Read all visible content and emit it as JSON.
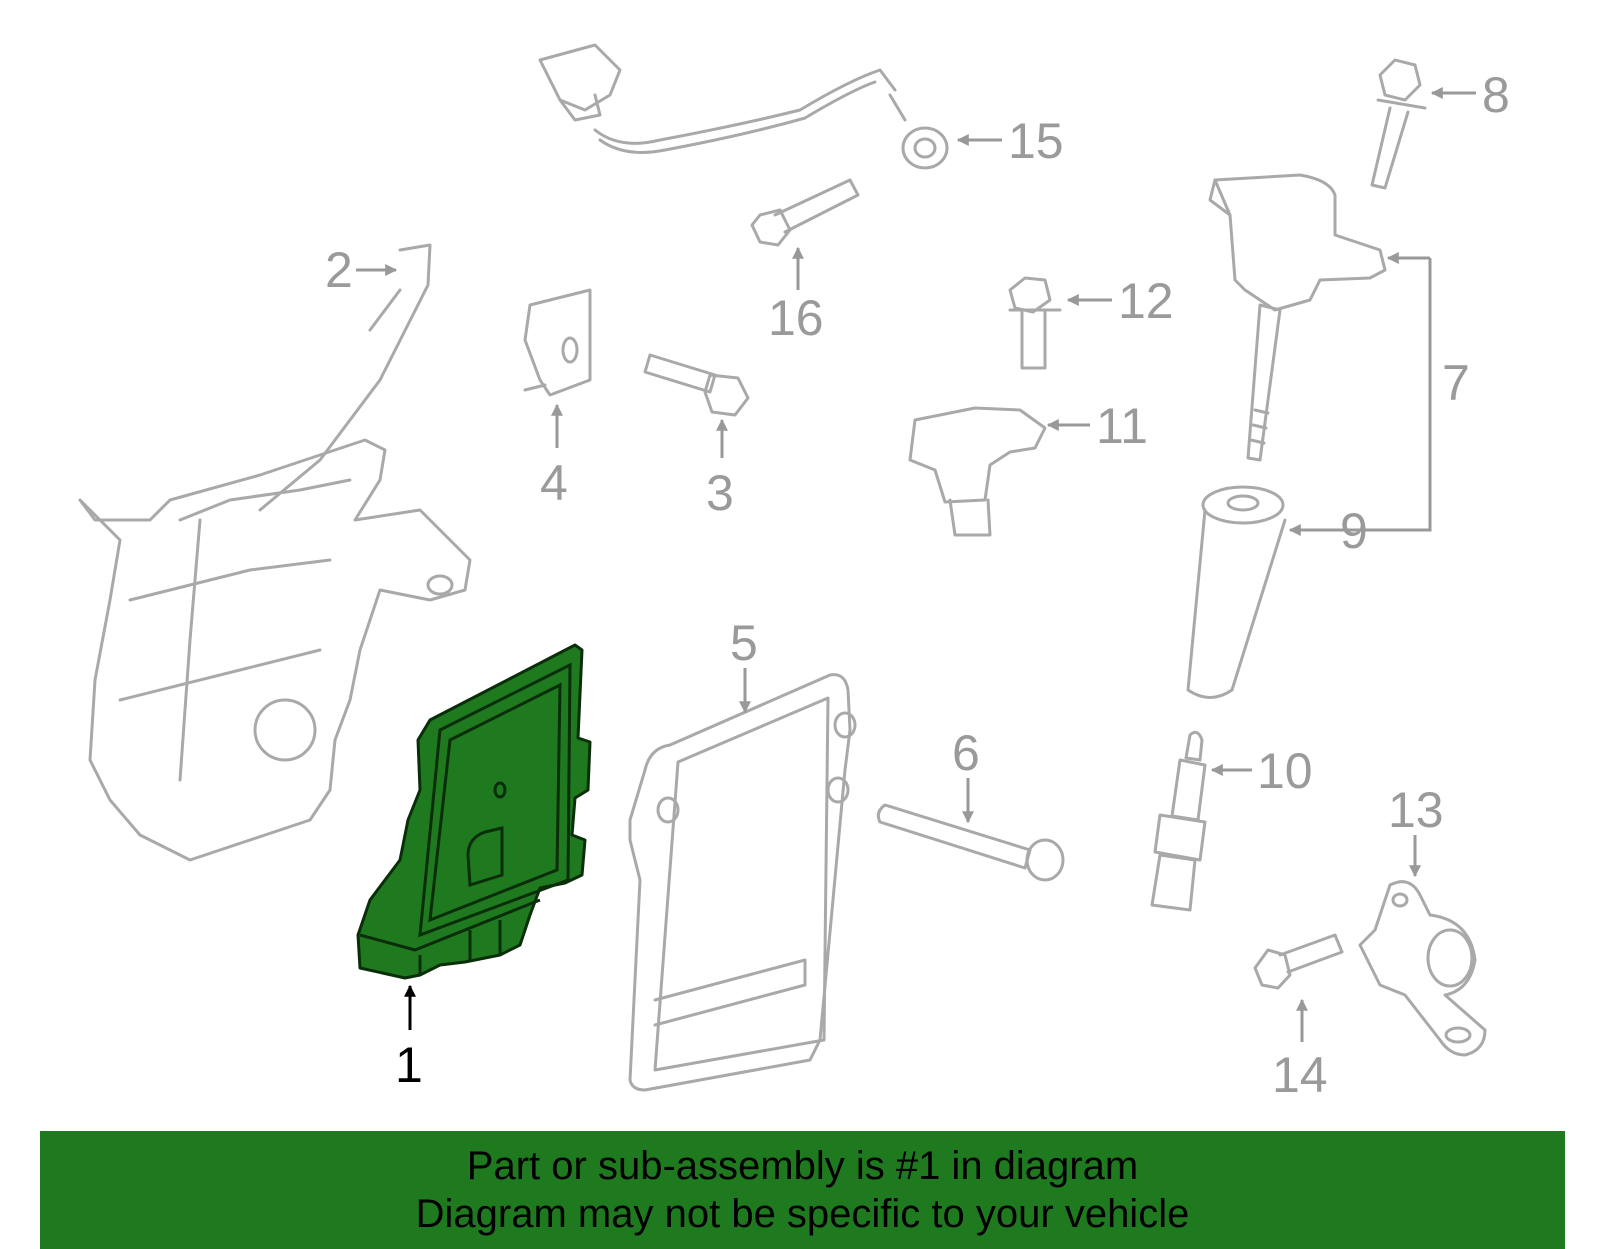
{
  "callouts": {
    "c1": "1",
    "c2": "2",
    "c3": "3",
    "c4": "4",
    "c5": "5",
    "c6": "6",
    "c7": "7",
    "c8": "8",
    "c9": "9",
    "c10": "10",
    "c11": "11",
    "c12": "12",
    "c13": "13",
    "c14": "14",
    "c15": "15",
    "c16": "16"
  },
  "banner": {
    "line1": "Part or sub-assembly is #1 in diagram",
    "line2": "Diagram may not be specific to your vehicle"
  },
  "colors": {
    "highlight": "#1f7a1f",
    "banner": "#1f7a1f",
    "part_stroke": "#a9a9a9"
  }
}
